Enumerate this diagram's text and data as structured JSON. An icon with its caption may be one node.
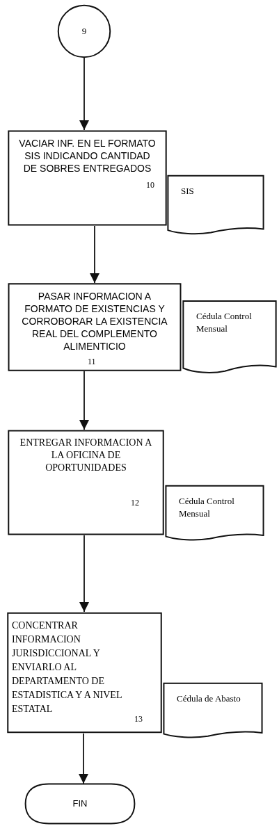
{
  "diagram": {
    "nodes": [
      {
        "text": [
          "9"
        ]
      },
      {
        "text": [
          "VACIAR INF.  EN EL FORMATO SIS  INDICANDO CANTIDAD DE SOBRES ENTREGADOS",
          "10"
        ]
      },
      {
        "text": [
          "SIS"
        ]
      },
      {
        "text": [
          "PASAR INFORMACION  A FORMATO DE EXISTENCIAS  Y CORROBORAR  LA EXISTENCIA REAL  DEL COMPLEMENTO ALIMENTICIO",
          "11"
        ]
      },
      {
        "text": [
          "Cédula Control Mensual"
        ]
      },
      {
        "text": [
          "ENTREGAR INFORMACION A LA OFICINA DE OPORTUNIDADES",
          "12"
        ]
      },
      {
        "text": [
          "Cédula Control Mensual"
        ]
      },
      {
        "text": [
          "CONCENTRAR INFORMACION JURISDICCIONAL  Y ENVIARLO  AL DEPARTAMENTO DE ESTADISTICA    Y A NIVEL ESTATAL",
          "13"
        ]
      },
      {
        "text": [
          "Cédula de Abasto"
        ]
      },
      {
        "text": [
          "FIN"
        ]
      }
    ],
    "edges": [
      {
        "from": 0,
        "to": 1,
        "arrow": "to"
      },
      {
        "from": 1,
        "to": 3,
        "arrow": "to"
      },
      {
        "from": 3,
        "to": 5,
        "arrow": "to"
      },
      {
        "from": 5,
        "to": 7,
        "arrow": "to"
      },
      {
        "from": 7,
        "to": 9,
        "arrow": "to"
      }
    ]
  }
}
